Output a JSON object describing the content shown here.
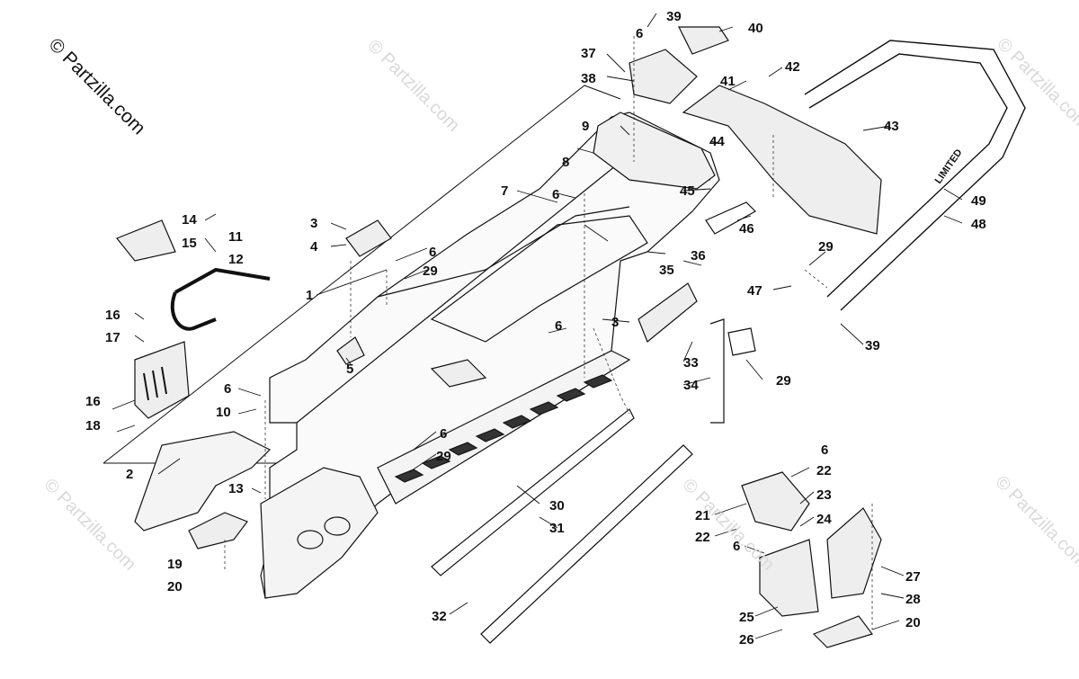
{
  "copyright": "© Partzilla.com",
  "watermark": "© Partzilla.com",
  "tube_decal": "LIMITED",
  "labels": {
    "l1": "1",
    "l2": "2",
    "l3a": "3",
    "l3b": "3",
    "l4": "4",
    "l5": "5",
    "l6a": "6",
    "l6b": "6",
    "l6c": "6",
    "l6d": "6",
    "l6e": "6",
    "l6f": "6",
    "l6g": "6",
    "l6h": "6",
    "l7": "7",
    "l8": "8",
    "l9": "9",
    "l10": "10",
    "l11": "11",
    "l12": "12",
    "l13": "13",
    "l14": "14",
    "l15": "15",
    "l16a": "16",
    "l16b": "16",
    "l17": "17",
    "l18": "18",
    "l19": "19",
    "l20a": "20",
    "l20b": "20",
    "l21": "21",
    "l22a": "22",
    "l22b": "22",
    "l23": "23",
    "l24": "24",
    "l25": "25",
    "l26": "26",
    "l27": "27",
    "l28": "28",
    "l29a": "29",
    "l29b": "29",
    "l29c": "29",
    "l29d": "29",
    "l30": "30",
    "l31": "31",
    "l32": "32",
    "l33": "33",
    "l34": "34",
    "l35": "35",
    "l36": "36",
    "l37": "37",
    "l38": "38",
    "l39a": "39",
    "l39b": "39",
    "l40": "40",
    "l41": "41",
    "l42": "42",
    "l43": "43",
    "l44": "44",
    "l45": "45",
    "l46": "46",
    "l47": "47",
    "l48": "48",
    "l49": "49"
  }
}
